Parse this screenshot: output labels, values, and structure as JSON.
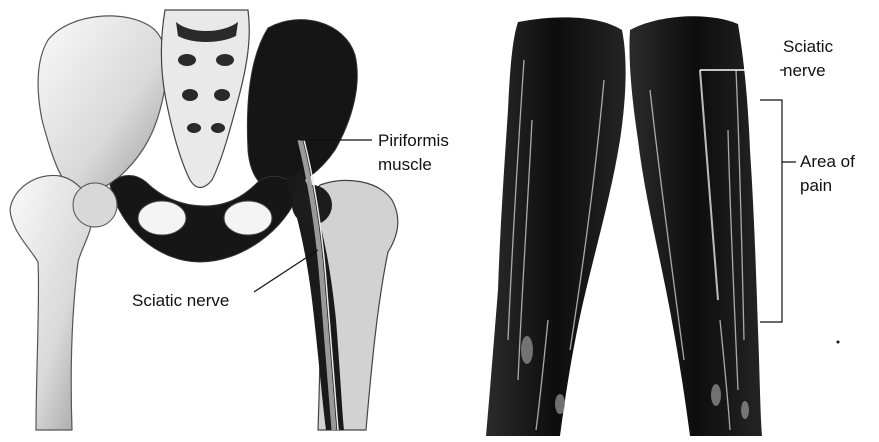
{
  "labels": {
    "piriformis_line1": "Piriformis",
    "piriformis_line2": "muscle",
    "sciatic_left": "Sciatic nerve",
    "sciatic_right_line1": "Sciatic",
    "sciatic_right_line2": "nerve",
    "pain_line1": "Area of",
    "pain_line2": "pain"
  },
  "colors": {
    "ink": "#111111",
    "bone_light": "#eeeeee",
    "bone_mid": "#b5b5b5",
    "muscle_dark": "#161616",
    "muscle_highlight": "#cfcfcf"
  }
}
